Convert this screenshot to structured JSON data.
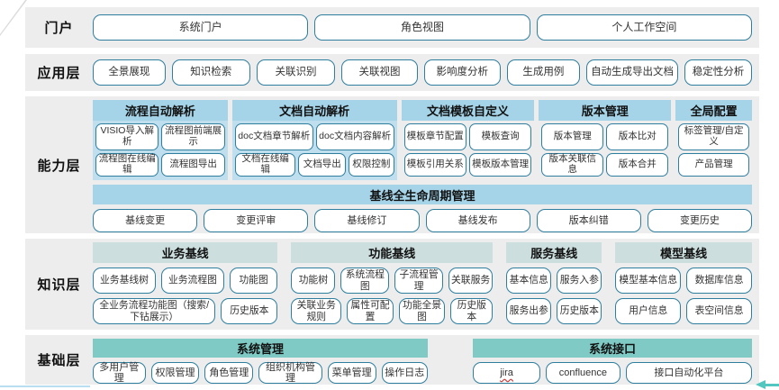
{
  "colors": {
    "band_bg": "#ededed",
    "cap_header_blue": "#a5d3e7",
    "cap_panel_blue": "#bfdfee",
    "knowledge_header": "#ccdede",
    "foundation_header_teal": "#7fcac5",
    "box_border": "#2e7e9e",
    "arrow_teal": "#53c6c0",
    "spellcheck_red": "#cc3333"
  },
  "portal": {
    "label": "门户",
    "boxes": [
      "系统门户",
      "角色视图",
      "个人工作空间"
    ]
  },
  "application": {
    "label": "应用层",
    "boxes": [
      "全景展现",
      "知识检索",
      "关联识别",
      "关联视图",
      "影响度分析",
      "生成用例",
      "自动生成导出文档",
      "稳定性分析"
    ]
  },
  "capability": {
    "label": "能力层",
    "groups": [
      {
        "title": "流程自动解析",
        "rows": [
          [
            "VISIO导入解析",
            "流程图前端展示"
          ],
          [
            "流程图在线编辑",
            "流程图导出"
          ]
        ]
      },
      {
        "title": "文档自动解析",
        "rows": [
          [
            "doc文档章节解析",
            "doc文档内容解析"
          ],
          [
            "文档在线编辑",
            "文档导出",
            "权限控制"
          ]
        ]
      },
      {
        "title": "文档模板自定义",
        "rows": [
          [
            "模板章节配置",
            "模板查询"
          ],
          [
            "模板引用关系",
            "模板版本管理"
          ]
        ]
      },
      {
        "title": "版本管理",
        "rows": [
          [
            "版本管理",
            "版本比对"
          ],
          [
            "版本关联信息",
            "版本合并"
          ]
        ]
      },
      {
        "title": "全局配置",
        "rows": [
          [
            "标签管理/自定义"
          ],
          [
            "产品管理"
          ]
        ]
      }
    ],
    "baseline": {
      "title": "基线全生命周期管理",
      "boxes": [
        "基线变更",
        "变更评审",
        "基线修订",
        "基线发布",
        "版本纠错",
        "变更历史"
      ]
    }
  },
  "knowledge": {
    "label": "知识层",
    "groups": [
      {
        "title": "业务基线",
        "rows": [
          [
            "业务基线树",
            "业务流程图",
            "功能图"
          ],
          [
            "全业务流程功能图（搜索/下钻展示）",
            "历史版本"
          ]
        ]
      },
      {
        "title": "功能基线",
        "rows": [
          [
            "功能树",
            "系统流程图",
            "子流程管理",
            "关联服务"
          ],
          [
            "关联业务规则",
            "属性可配置",
            "功能全景图",
            "历史版本"
          ]
        ]
      },
      {
        "title": "服务基线",
        "rows": [
          [
            "基本信息",
            "服务入参"
          ],
          [
            "服务出参",
            "历史版本"
          ]
        ]
      },
      {
        "title": "模型基线",
        "rows": [
          [
            "模型基本信息",
            "数据库信息"
          ],
          [
            "用户信息",
            "表空间信息"
          ]
        ]
      }
    ]
  },
  "foundation": {
    "label": "基础层",
    "groups": [
      {
        "title": "系统管理",
        "boxes": [
          "多用户管理",
          "权限管理",
          "角色管理",
          "组织机构管理",
          "菜单管理",
          "操作日志"
        ]
      },
      {
        "title": "系统接口",
        "boxes": [
          "jira",
          "confluence",
          "接口自动化平台"
        ]
      }
    ]
  }
}
